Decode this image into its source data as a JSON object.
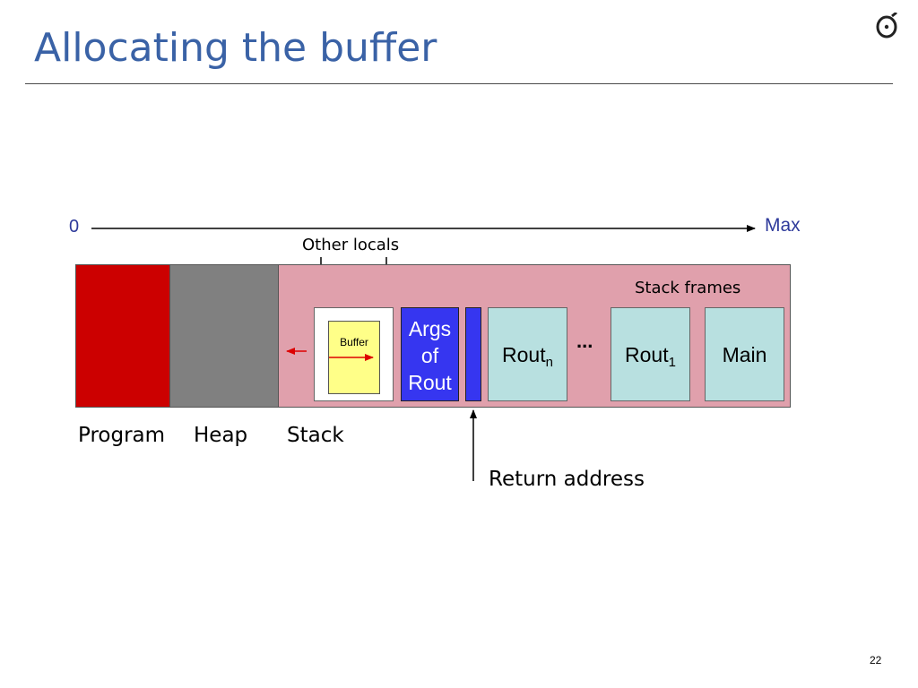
{
  "slide": {
    "title": "Allocating the buffer",
    "page_number": "22"
  },
  "logo": {
    "icon": "eiffel-logo-icon"
  },
  "axis": {
    "start_label": "0",
    "end_label": "Max"
  },
  "memory": {
    "segments": {
      "program": "Program",
      "heap": "Heap",
      "stack": "Stack"
    },
    "stack_frames_label": "Stack frames",
    "other_locals_label": "Other locals",
    "buffer_label": "Buffer",
    "args_lines": [
      "Args",
      "of",
      "Rout"
    ],
    "rout_n": {
      "base": "Rout",
      "sub": "n"
    },
    "rout_1": {
      "base": "Rout",
      "sub": "1"
    },
    "main": "Main",
    "ellipsis": "...",
    "return_address_label": "Return address"
  },
  "colors": {
    "title": "#3a62a6",
    "program": "#cc0000",
    "heap": "#808080",
    "stack_area": "#e0a0ac",
    "args": "#3636f0",
    "frame": "#b8e0e0",
    "buffer": "#ffff88",
    "growth_arrow": "#dd0000"
  }
}
